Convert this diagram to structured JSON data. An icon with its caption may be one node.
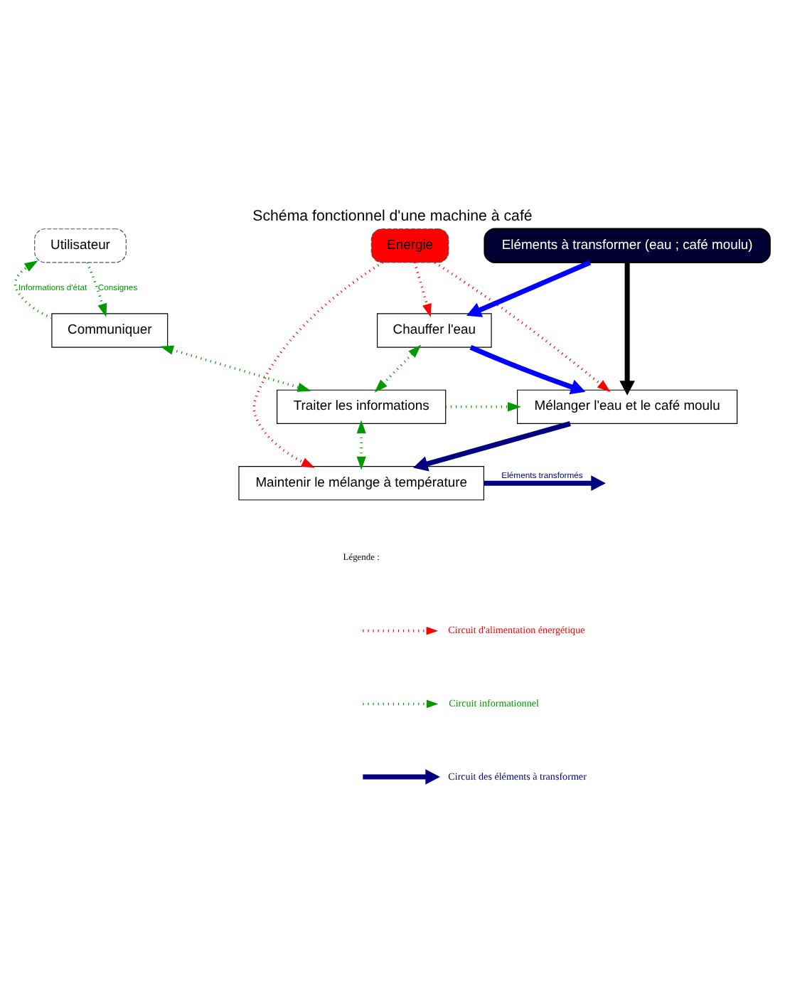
{
  "diagram": {
    "title": "Schéma fonctionnel d'une machine à café",
    "nodes": [
      {
        "text": [
          "Utilisateur"
        ]
      },
      {
        "text": [
          "Energie"
        ]
      },
      {
        "text": [
          "Eléments à transformer (eau ; café moulu)"
        ]
      },
      {
        "text": [
          "Communiquer"
        ]
      },
      {
        "text": [
          "Chauffer l'eau"
        ]
      },
      {
        "text": [
          "Traiter les informations"
        ]
      },
      {
        "text": [
          "Mélanger l'eau et le café moulu"
        ]
      },
      {
        "text": [
          "Maintenir le mélange à température"
        ]
      }
    ],
    "edges": [
      {
        "from": 0,
        "to": 3,
        "arrow": "to",
        "style": "dashed",
        "label": "Consignes"
      },
      {
        "from": 3,
        "to": 0,
        "arrow": "to",
        "style": "dashed",
        "label": "Informations d'état"
      },
      {
        "from": 3,
        "to": 5,
        "arrow": "both",
        "style": "dashed"
      },
      {
        "from": 1,
        "to": 4,
        "arrow": "to",
        "style": "dashed",
        "color": "#ff0000"
      },
      {
        "from": 1,
        "to": 6,
        "arrow": "to",
        "style": "dashed",
        "color": "#ff0000"
      },
      {
        "from": 1,
        "to": 7,
        "arrow": "to",
        "style": "dashed",
        "color": "#ff0000"
      },
      {
        "from": 5,
        "to": 4,
        "arrow": "both",
        "style": "dashed"
      },
      {
        "from": 5,
        "to": 6,
        "arrow": "to",
        "style": "dashed"
      },
      {
        "from": 5,
        "to": 7,
        "arrow": "both",
        "style": "dashed"
      },
      {
        "from": 2,
        "to": 4,
        "arrow": "to",
        "style": "thick",
        "color": "#0000ff"
      },
      {
        "from": 2,
        "to": 6,
        "arrow": "to",
        "style": "thick",
        "color": "#000000"
      },
      {
        "from": 4,
        "to": 6,
        "arrow": "to",
        "style": "thick",
        "color": "#0000ff"
      },
      {
        "from": 6,
        "to": 7,
        "arrow": "to",
        "style": "thick",
        "color": "#000080"
      },
      {
        "from": 7,
        "to": null,
        "arrow": "to",
        "style": "thick",
        "color": "#000080",
        "label": "Eléments transformés"
      }
    ],
    "labels": [
      "Légende :"
    ],
    "legend": [
      {
        "text": "Circuit d'alimentation énergétique"
      },
      {
        "text": "Circuit informationnel"
      },
      {
        "text": "Circuit des éléments à transformer"
      }
    ]
  }
}
